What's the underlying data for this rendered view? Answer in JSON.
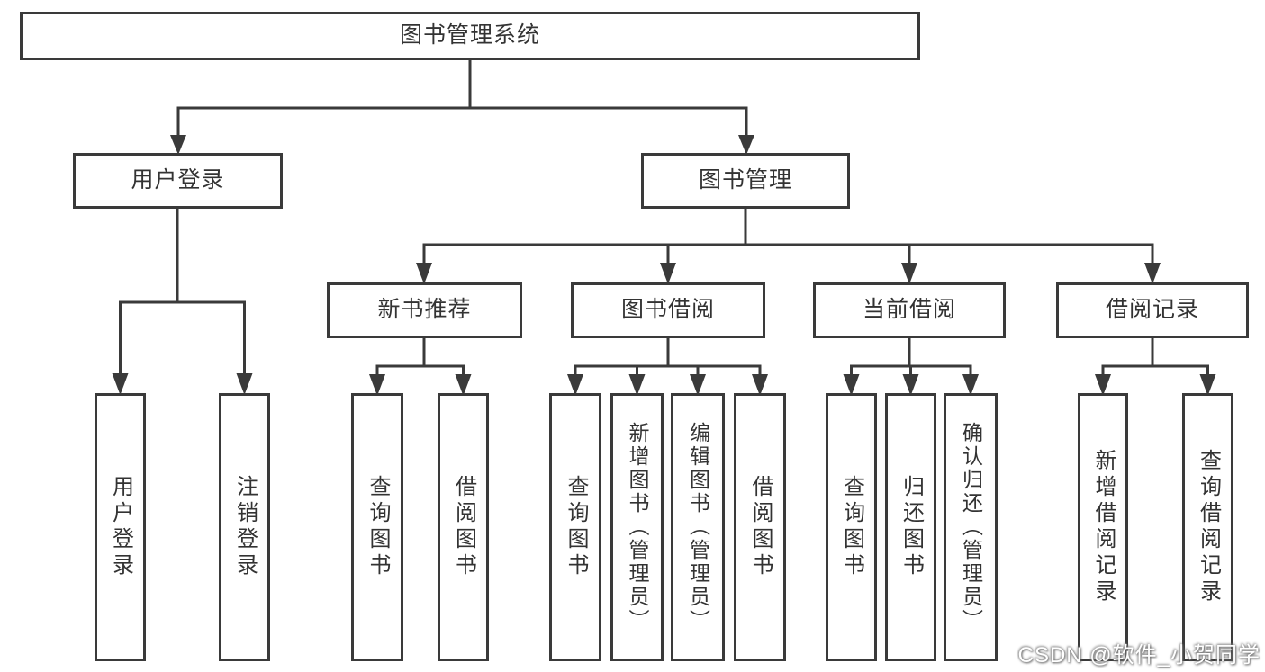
{
  "diagram": {
    "root": {
      "label": "图书管理系统"
    },
    "branches": [
      {
        "label": "用户登录",
        "children": [
          {
            "label": "用户登录"
          },
          {
            "label": "注销登录"
          }
        ]
      },
      {
        "label": "图书管理",
        "children": [
          {
            "label": "新书推荐",
            "children": [
              {
                "label": "查询图书"
              },
              {
                "label": "借阅图书"
              }
            ]
          },
          {
            "label": "图书借阅",
            "children": [
              {
                "label": "查询图书"
              },
              {
                "label": "新增图书（管理员）"
              },
              {
                "label": "编辑图书（管理员）"
              },
              {
                "label": "借阅图书"
              }
            ]
          },
          {
            "label": "当前借阅",
            "children": [
              {
                "label": "查询图书"
              },
              {
                "label": "归还图书"
              },
              {
                "label": "确认归还（管理员）"
              }
            ]
          },
          {
            "label": "借阅记录",
            "children": [
              {
                "label": "新增借阅记录"
              },
              {
                "label": "查询借阅记录"
              }
            ]
          }
        ]
      }
    ],
    "watermark": "CSDN @软件_小贺同学",
    "colors": {
      "line": "#3a3a3a",
      "text": "#333333",
      "background": "#ffffff",
      "watermark_text": "#ffffff"
    }
  }
}
